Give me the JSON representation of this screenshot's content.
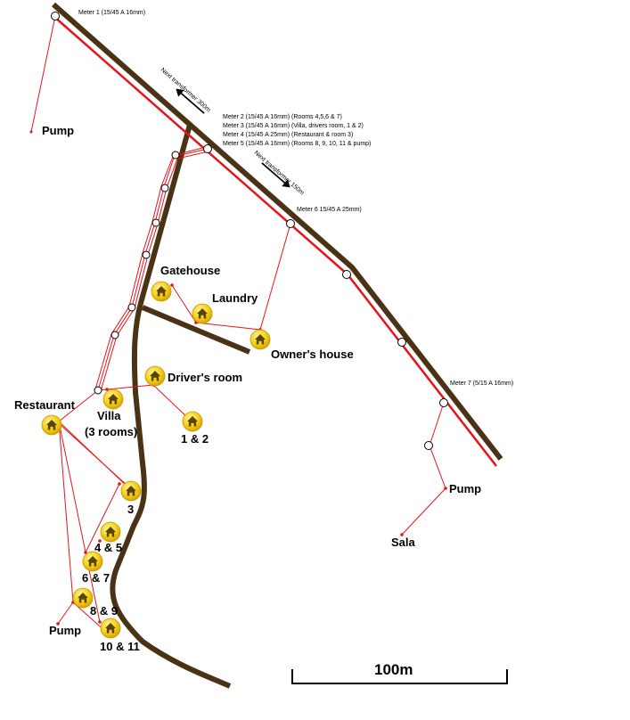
{
  "meters": {
    "m1": "Meter 1 (15/45 A 16mm)",
    "m2": "Meter 2 (15/45 A 16mm) (Rooms 4,5,6 & 7)",
    "m3": "Meter 3 (15/45 A 16mm) (Villa, drivers room, 1 & 2)",
    "m4": "Meter 4 (15/45 A 25mm) (Restaurant & room 3)",
    "m5": "Meter 5 (15/45 A 16mm) (Rooms 8, 9, 10, 11 & pump)",
    "m6": "Meter 6 15/45 A 25mm)",
    "m7": "Meter 7 (5/15 A 16mm)"
  },
  "transformers": {
    "next_300": "Next transformer 300m",
    "next_150": "Next transformer 150m"
  },
  "buildings": {
    "gatehouse": "Gatehouse",
    "laundry": "Laundry",
    "owners_house": "Owner's house",
    "drivers_room": "Driver's room",
    "restaurant": "Restaurant",
    "villa": "Villa",
    "villa_rooms": "(3 rooms)",
    "r12": "1 & 2",
    "r3": "3",
    "r45": "4 & 5",
    "r67": "6 & 7",
    "r89": "8 & 9",
    "r1011": "10 & 11",
    "sala": "Sala"
  },
  "pumps": {
    "pump_top": "Pump",
    "pump_bottom": "Pump",
    "pump_right": "Pump"
  },
  "scale": {
    "label": "100m"
  },
  "colors": {
    "road": "#4a3215",
    "power_line": "#e8141b",
    "house_fill": "#f5d21b",
    "house_icon": "#5a4500"
  }
}
